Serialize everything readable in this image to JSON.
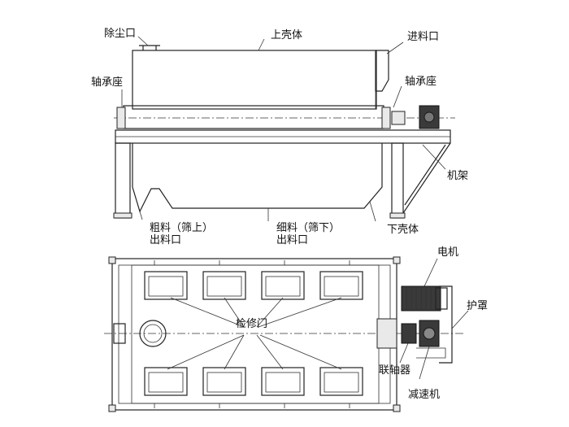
{
  "labels": {
    "dust_outlet": "除尘口",
    "upper_shell": "上壳体",
    "feed_inlet": "进料口",
    "bearing_seat_left": "轴承座",
    "bearing_seat_right": "轴承座",
    "frame": "机架",
    "coarse_line1": "粗料（筛上）",
    "coarse_line2": "出料口",
    "fine_line1": "细料（筛下）",
    "fine_line2": "出料口",
    "lower_shell": "下壳体",
    "motor": "电机",
    "guard": "护罩",
    "inspection_door": "检修门",
    "coupling": "联轴器",
    "reducer": "减速机"
  }
}
